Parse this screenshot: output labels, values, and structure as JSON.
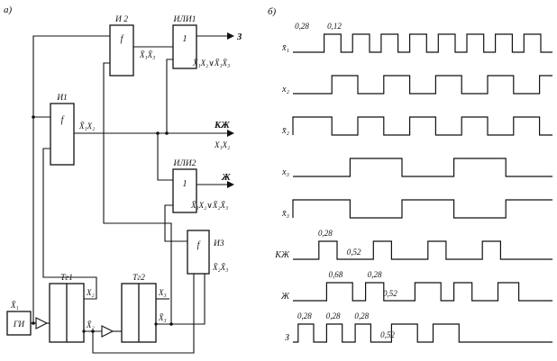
{
  "figure": {
    "panel_a_label": "а)",
    "panel_b_label": "б)"
  },
  "circuit": {
    "blocks": {
      "i2": {
        "name": "И 2",
        "symbol": "f"
      },
      "ili1": {
        "name": "ИЛИ1",
        "symbol": "1"
      },
      "i1": {
        "name": "И1",
        "symbol": "f"
      },
      "ili2": {
        "name": "ИЛИ2",
        "symbol": "1"
      },
      "i3": {
        "name": "И3",
        "symbol": "f"
      },
      "tg1": {
        "name": "Тг1"
      },
      "tg2": {
        "name": "Тг2"
      },
      "gi": {
        "name": "ГИ"
      }
    },
    "signals": {
      "gi_out": "X̄₁",
      "i2_out": "X̄₁X̄₃",
      "i1_out": "X̄₁X₂",
      "tg1_q": "X₂",
      "tg1_nq": "X̄₂",
      "tg2_q": "X₃",
      "tg2_nq": "X̄₃",
      "i3_out": "X̄₂X̄₃"
    },
    "outputs": {
      "green": {
        "label": "З",
        "formula": "X̄₁X₂∨X̄₁X̄₃"
      },
      "red_yellow": {
        "label": "КЖ",
        "formula": "X₁X₂"
      },
      "yellow": {
        "label": "Ж",
        "formula": "X̄₁X₂∨X̄₂X̄₃"
      }
    }
  },
  "chart_data": {
    "type": "line",
    "subtype": "timing-diagram",
    "x_range": [
      0,
      1
    ],
    "rows": [
      {
        "label": "x̄₁",
        "segments": [
          [
            0,
            0.12
          ],
          [
            1,
            0.065
          ],
          [
            0,
            0.045
          ],
          [
            1,
            0.065
          ],
          [
            0,
            0.045
          ],
          [
            1,
            0.065
          ],
          [
            0,
            0.045
          ],
          [
            1,
            0.065
          ],
          [
            0,
            0.045
          ],
          [
            1,
            0.065
          ],
          [
            0,
            0.045
          ],
          [
            1,
            0.065
          ],
          [
            0,
            0.045
          ],
          [
            1,
            0.065
          ],
          [
            0,
            0.045
          ],
          [
            1,
            0.065
          ],
          [
            0,
            0.045
          ]
        ]
      },
      {
        "label": "x₂",
        "segments": [
          [
            0,
            0.15
          ],
          [
            1,
            0.1
          ],
          [
            0,
            0.1
          ],
          [
            1,
            0.1
          ],
          [
            0,
            0.1
          ],
          [
            1,
            0.1
          ],
          [
            0,
            0.1
          ],
          [
            1,
            0.1
          ],
          [
            0,
            0.1
          ],
          [
            1,
            0.05
          ]
        ]
      },
      {
        "label": "x̄₂",
        "segments": [
          [
            1,
            0.15
          ],
          [
            0,
            0.1
          ],
          [
            1,
            0.1
          ],
          [
            0,
            0.1
          ],
          [
            1,
            0.1
          ],
          [
            0,
            0.1
          ],
          [
            1,
            0.1
          ],
          [
            0,
            0.1
          ],
          [
            1,
            0.1
          ],
          [
            0,
            0.05
          ]
        ]
      },
      {
        "label": "x₃",
        "segments": [
          [
            0,
            0.22
          ],
          [
            1,
            0.2
          ],
          [
            0,
            0.2
          ],
          [
            1,
            0.2
          ],
          [
            0,
            0.18
          ]
        ]
      },
      {
        "label": "x̄₃",
        "segments": [
          [
            1,
            0.22
          ],
          [
            0,
            0.2
          ],
          [
            1,
            0.2
          ],
          [
            0,
            0.2
          ],
          [
            1,
            0.18
          ]
        ]
      },
      {
        "label": "КЖ",
        "segments": [
          [
            0,
            0.1
          ],
          [
            1,
            0.07
          ],
          [
            0,
            0.14
          ],
          [
            1,
            0.07
          ],
          [
            0,
            0.14
          ],
          [
            1,
            0.07
          ],
          [
            0,
            0.14
          ],
          [
            1,
            0.07
          ],
          [
            0,
            0.2
          ]
        ]
      },
      {
        "label": "Ж",
        "segments": [
          [
            0,
            0.13
          ],
          [
            1,
            0.1
          ],
          [
            0,
            0.05
          ],
          [
            1,
            0.07
          ],
          [
            0,
            0.12
          ],
          [
            1,
            0.1
          ],
          [
            0,
            0.05
          ],
          [
            1,
            0.07
          ],
          [
            0,
            0.1
          ],
          [
            1,
            0.08
          ],
          [
            0,
            0.13
          ]
        ]
      },
      {
        "label": "З",
        "segments": [
          [
            0,
            0.02
          ],
          [
            1,
            0.06
          ],
          [
            0,
            0.05
          ],
          [
            1,
            0.06
          ],
          [
            0,
            0.05
          ],
          [
            1,
            0.06
          ],
          [
            0,
            0.08
          ],
          [
            1,
            0.1
          ],
          [
            0,
            0.06
          ],
          [
            1,
            0.1
          ],
          [
            0,
            0.36
          ]
        ]
      }
    ],
    "annotations": [
      {
        "row": 0,
        "x": 0.0,
        "text": "0,28",
        "pos": "above"
      },
      {
        "row": 0,
        "x": 0.125,
        "text": "0,12",
        "pos": "above"
      },
      {
        "row": 5,
        "x": 0.09,
        "text": "0,28",
        "pos": "above"
      },
      {
        "row": 5,
        "x": 0.2,
        "text": "0,52",
        "pos": "mid"
      },
      {
        "row": 6,
        "x": 0.13,
        "text": "0,68",
        "pos": "above"
      },
      {
        "row": 6,
        "x": 0.28,
        "text": "0,28",
        "pos": "above"
      },
      {
        "row": 6,
        "x": 0.34,
        "text": "0,52",
        "pos": "mid"
      },
      {
        "row": 7,
        "x": 0.01,
        "text": "0,28",
        "pos": "above"
      },
      {
        "row": 7,
        "x": 0.12,
        "text": "0,28",
        "pos": "above"
      },
      {
        "row": 7,
        "x": 0.23,
        "text": "0,28",
        "pos": "above"
      },
      {
        "row": 7,
        "x": 0.33,
        "text": "0,52",
        "pos": "mid"
      }
    ]
  }
}
